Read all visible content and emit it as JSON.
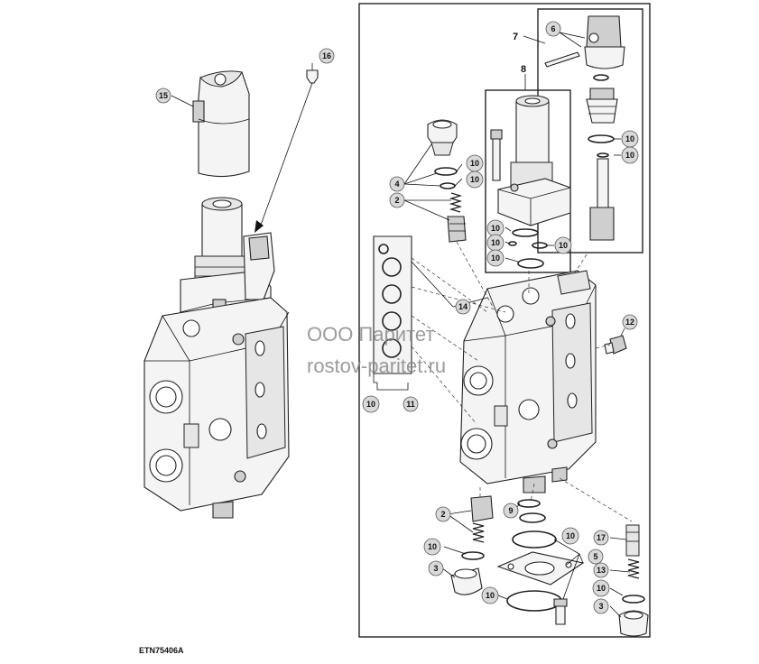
{
  "figure_id": "ETN75406A",
  "watermark": {
    "line1": "ООО Паритет",
    "line2": "rostov-paritet.ru"
  },
  "callouts": {
    "c2a": "2",
    "c2b": "2",
    "c3a": "3",
    "c3b": "3",
    "c4": "4",
    "c5": "5",
    "c6": "6",
    "c9": "9",
    "c10a": "10",
    "c10b": "10",
    "c10c": "10",
    "c10d": "10",
    "c10e": "10",
    "c10f": "10",
    "c10g": "10",
    "c10h": "10",
    "c10i": "10",
    "c10j": "10",
    "c10k": "10",
    "c10l": "10",
    "c10m": "10",
    "c11": "11",
    "c12": "12",
    "c13": "13",
    "c14": "14",
    "c15": "15",
    "c16": "16",
    "c17": "17"
  },
  "plain_numbers": {
    "n7": "7",
    "n8": "8"
  }
}
